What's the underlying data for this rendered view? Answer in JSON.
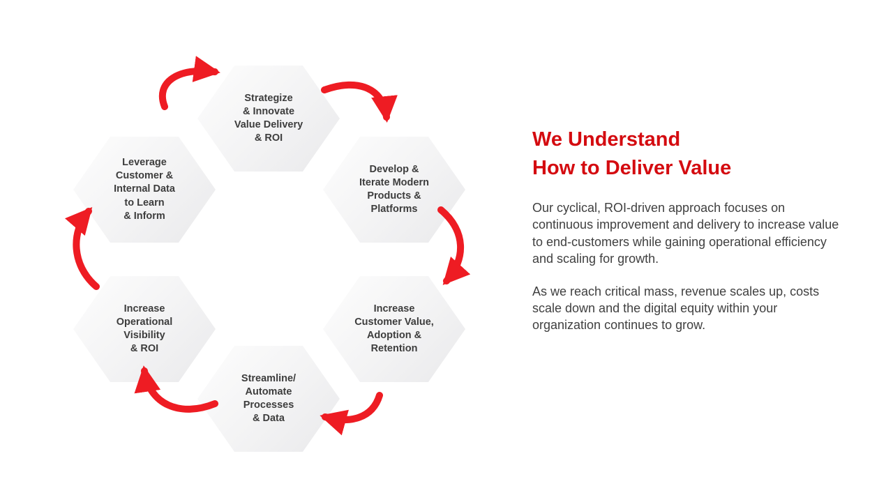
{
  "colors": {
    "heading-red": "#d40b10",
    "arrow-red": "#ee1c23",
    "hex-text": "#3d3d3d",
    "body-text": "#404040"
  },
  "diagram": {
    "type": "cycle",
    "direction": "clockwise",
    "hexagons": [
      {
        "id": "strategize",
        "label": "Strategize\n& Innovate\nValue Delivery\n& ROI"
      },
      {
        "id": "develop",
        "label": "Develop &\nIterate Modern\nProducts &\nPlatforms"
      },
      {
        "id": "increase-customer",
        "label": "Increase\nCustomer Value,\nAdoption &\nRetention"
      },
      {
        "id": "streamline",
        "label": "Streamline/\nAutomate\nProcesses\n& Data"
      },
      {
        "id": "increase-operational",
        "label": "Increase\nOperational\nVisibility\n& ROI"
      },
      {
        "id": "leverage",
        "label": "Leverage\nCustomer &\nInternal Data\nto Learn\n& Inform"
      }
    ]
  },
  "content": {
    "heading_line1": "We Understand",
    "heading_line2": "How to Deliver Value",
    "paragraph1": "Our cyclical, ROI-driven approach focuses on continuous improvement and delivery to increase value to end-customers while gaining operational efficiency and scaling for growth.",
    "paragraph2": "As we reach critical mass, revenue scales up, costs scale down and the digital equity within your organization continues to grow."
  }
}
